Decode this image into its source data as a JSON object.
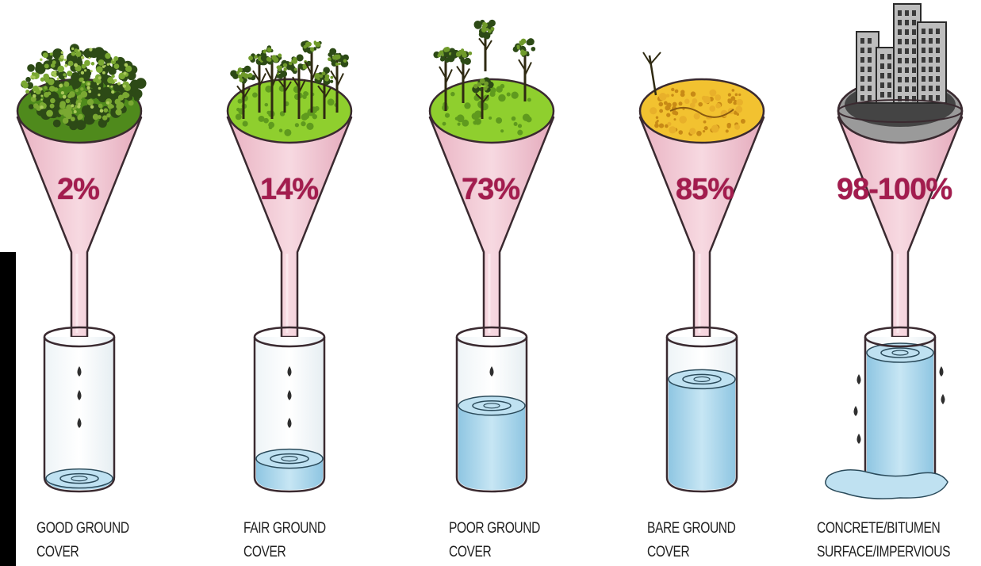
{
  "panels": [
    {
      "percent": "2%",
      "caption_line1": "GOOD GROUND",
      "caption_line2": "COVER",
      "surface": "good-ground-cover",
      "fill_level": 0.05,
      "surface_color": "#4f8a1c"
    },
    {
      "percent": "14%",
      "caption_line1": "FAIR GROUND",
      "caption_line2": "COVER",
      "surface": "fair-ground-cover",
      "fill_level": 0.2,
      "surface_color": "#8fcf2e"
    },
    {
      "percent": "73%",
      "caption_line1": "POOR GROUND",
      "caption_line2": "COVER",
      "surface": "poor-ground-cover",
      "fill_level": 0.6,
      "surface_color": "#8fcf2e"
    },
    {
      "percent": "85%",
      "caption_line1": "BARE GROUND",
      "caption_line2": "COVER",
      "surface": "bare-ground-cover",
      "fill_level": 0.8,
      "surface_color": "#f2c230"
    },
    {
      "percent": "98-100%",
      "caption_line1": "CONCRETE/BITUMEN",
      "caption_line2": "SURFACE/IMPERVIOUS",
      "surface": "concrete-bitumen-surface",
      "fill_level": 1.0,
      "surface_color": "#555555"
    }
  ],
  "colors": {
    "funnel": "#f2c6d2",
    "funnel_stroke": "#4a3038",
    "percent_text": "#a31c4e",
    "water": "#a9d6ec"
  }
}
